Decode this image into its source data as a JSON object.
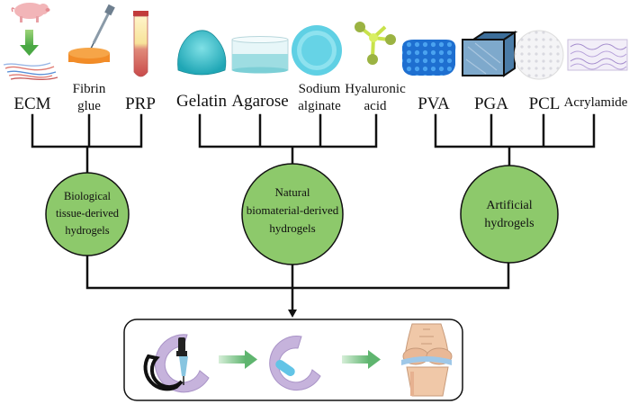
{
  "materials": {
    "ecm": "ECM",
    "fibrin_line1": "Fibrin",
    "fibrin_line2": "glue",
    "prp": "PRP",
    "gelatin": "Gelatin",
    "agarose": "Agarose",
    "sodium_line1": "Sodium",
    "sodium_line2": "alginate",
    "hyaluronic_line1": "Hyaluronic",
    "hyaluronic_line2": "acid",
    "pva": "PVA",
    "pga": "PGA",
    "pcl": "PCL",
    "acrylamide": "Acrylamide"
  },
  "categories": {
    "biological": [
      "Biological",
      "tissue-derived",
      "hydrogels"
    ],
    "natural": [
      "Natural",
      "biomaterial-derived",
      "hydrogels"
    ],
    "artificial": [
      "Artificial",
      "hydrogels"
    ]
  },
  "colors": {
    "node_fill": "#8dc96b",
    "line": "#111111",
    "arrow_green": "#6fbf7f",
    "meniscus": "#c6b3dc",
    "gel_blue": "#62c4e6"
  },
  "icons": {
    "pig": "pig-icon",
    "ecm_fibers": "ecm-fibers-icon",
    "fibrin_dropper": "fibrin-dropper-icon",
    "prp_tube": "blood-tube-icon",
    "gelatin_gel": "gelatin-gel-icon",
    "agarose_dish": "agarose-dish-icon",
    "alginate_disc": "alginate-disc-icon",
    "hyaluronic_molecule": "molecule-icon",
    "pva_scaffold": "porous-scaffold-icon",
    "pga_cube": "scaffold-cube-icon",
    "pcl_mesh": "mesh-disc-icon",
    "acrylamide_mesh": "fiber-mesh-icon",
    "meniscus_injection": "meniscus-injection-icon",
    "meniscus_filled": "meniscus-repaired-icon",
    "knee_joint": "knee-joint-icon",
    "process_arrow": "right-arrow-icon"
  }
}
